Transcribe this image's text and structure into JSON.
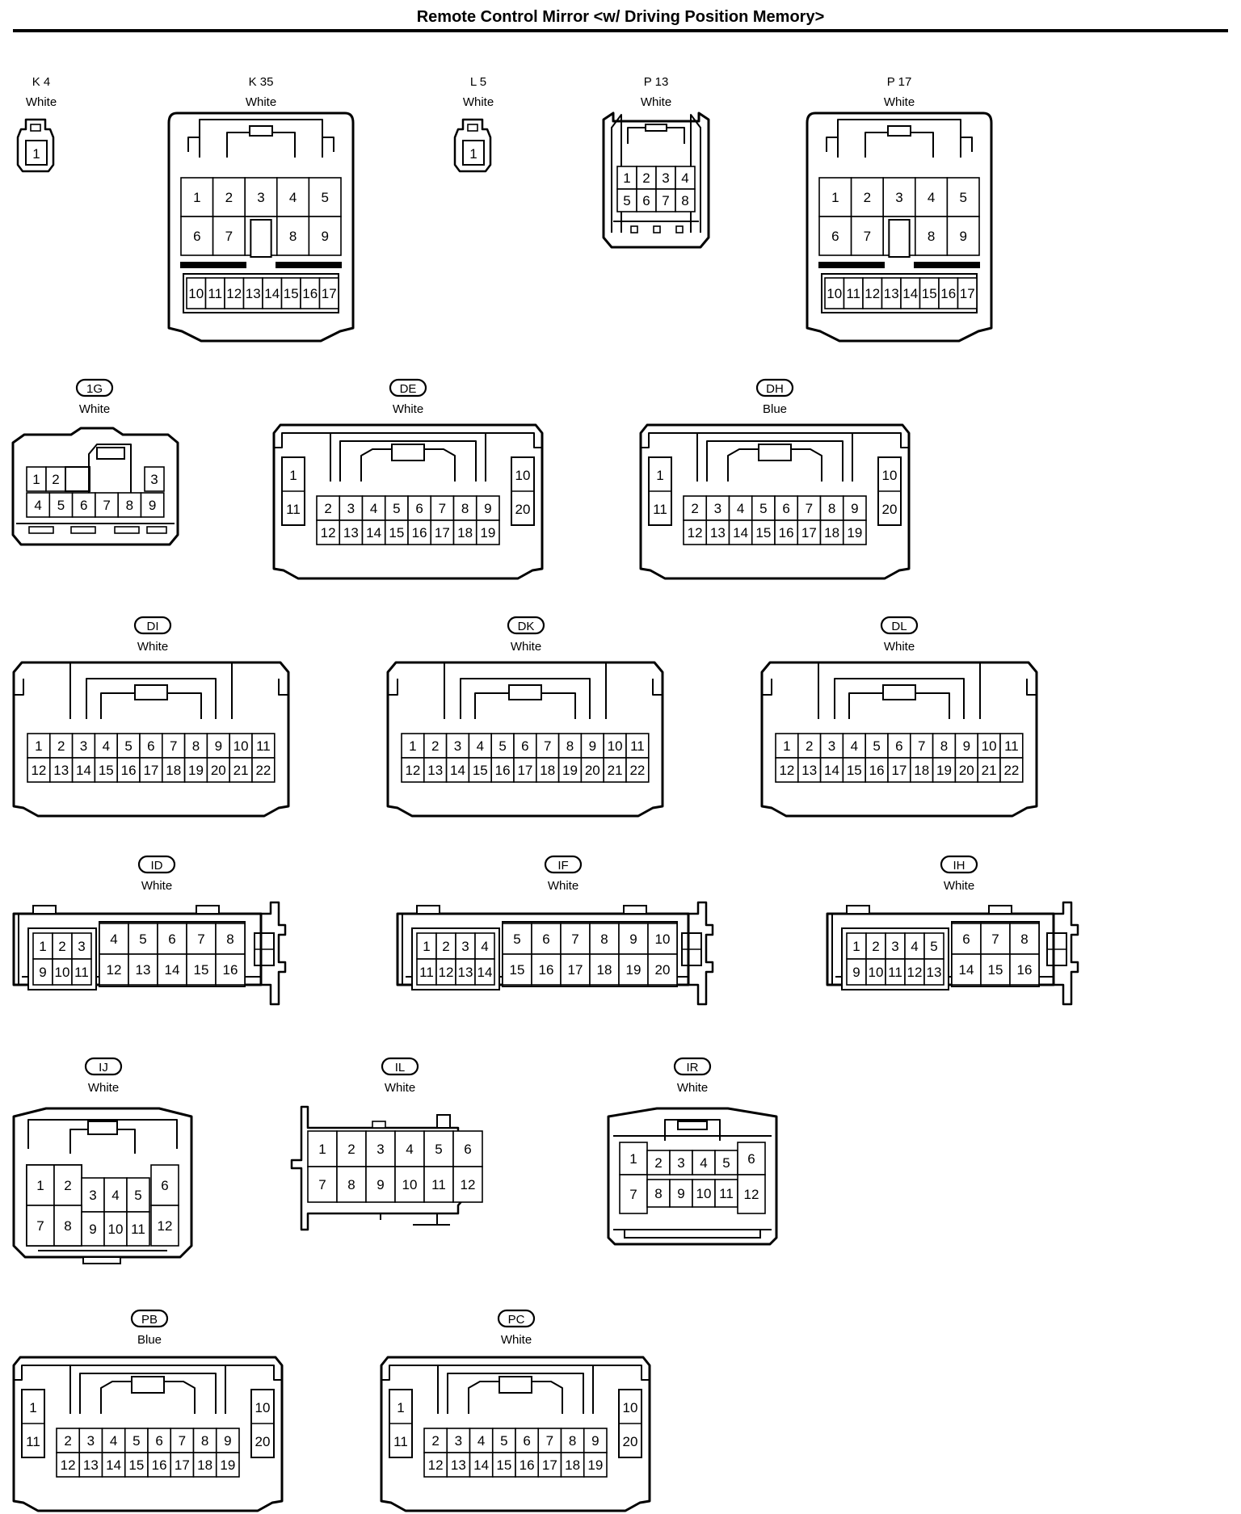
{
  "title": "Remote Control Mirror <w/ Driving Position Memory>",
  "connectors": [
    {
      "id": "K4",
      "label": "K 4",
      "circled": false,
      "color": "White",
      "shape": "single",
      "rows": [
        [
          "1"
        ]
      ]
    },
    {
      "id": "K35",
      "label": "K 35",
      "circled": false,
      "color": "White",
      "shape": "tall17",
      "rows": [
        [
          "1",
          "2",
          "3",
          "4",
          "5"
        ],
        [
          "6",
          "7",
          "",
          "8",
          "9"
        ],
        [
          "10",
          "11",
          "12",
          "13",
          "14",
          "15",
          "16",
          "17"
        ]
      ]
    },
    {
      "id": "L5",
      "label": "L 5",
      "circled": false,
      "color": "White",
      "shape": "single",
      "rows": [
        [
          "1"
        ]
      ]
    },
    {
      "id": "P13",
      "label": "P 13",
      "circled": false,
      "color": "White",
      "shape": "small8",
      "rows": [
        [
          "1",
          "2",
          "3",
          "4"
        ],
        [
          "5",
          "6",
          "7",
          "8"
        ]
      ]
    },
    {
      "id": "P17",
      "label": "P 17",
      "circled": false,
      "color": "White",
      "shape": "tall17",
      "rows": [
        [
          "1",
          "2",
          "3",
          "4",
          "5"
        ],
        [
          "6",
          "7",
          "",
          "8",
          "9"
        ],
        [
          "10",
          "11",
          "12",
          "13",
          "14",
          "15",
          "16",
          "17"
        ]
      ]
    },
    {
      "id": "1G",
      "label": "1G",
      "circled": true,
      "color": "White",
      "shape": "c9",
      "rows": [
        [
          "1",
          "2",
          "3"
        ],
        [
          "4",
          "5",
          "6",
          "7",
          "8",
          "9"
        ]
      ]
    },
    {
      "id": "DE",
      "label": "DE",
      "circled": true,
      "color": "White",
      "shape": "c20",
      "rows": [
        [
          "1",
          "11"
        ],
        [
          "2",
          "3",
          "4",
          "5",
          "6",
          "7",
          "8",
          "9"
        ],
        [
          "12",
          "13",
          "14",
          "15",
          "16",
          "17",
          "18",
          "19"
        ],
        [
          "10",
          "20"
        ]
      ]
    },
    {
      "id": "DH",
      "label": "DH",
      "circled": true,
      "color": "Blue",
      "shape": "c20",
      "rows": [
        [
          "1",
          "11"
        ],
        [
          "2",
          "3",
          "4",
          "5",
          "6",
          "7",
          "8",
          "9"
        ],
        [
          "12",
          "13",
          "14",
          "15",
          "16",
          "17",
          "18",
          "19"
        ],
        [
          "10",
          "20"
        ]
      ]
    },
    {
      "id": "DI",
      "label": "DI",
      "circled": true,
      "color": "White",
      "shape": "c22",
      "rows": [
        [
          "1",
          "2",
          "3",
          "4",
          "5",
          "6",
          "7",
          "8",
          "9",
          "10",
          "11"
        ],
        [
          "12",
          "13",
          "14",
          "15",
          "16",
          "17",
          "18",
          "19",
          "20",
          "21",
          "22"
        ]
      ]
    },
    {
      "id": "DK",
      "label": "DK",
      "circled": true,
      "color": "White",
      "shape": "c22",
      "rows": [
        [
          "1",
          "2",
          "3",
          "4",
          "5",
          "6",
          "7",
          "8",
          "9",
          "10",
          "11"
        ],
        [
          "12",
          "13",
          "14",
          "15",
          "16",
          "17",
          "18",
          "19",
          "20",
          "21",
          "22"
        ]
      ]
    },
    {
      "id": "DL",
      "label": "DL",
      "circled": true,
      "color": "White",
      "shape": "c22",
      "rows": [
        [
          "1",
          "2",
          "3",
          "4",
          "5",
          "6",
          "7",
          "8",
          "9",
          "10",
          "11"
        ],
        [
          "12",
          "13",
          "14",
          "15",
          "16",
          "17",
          "18",
          "19",
          "20",
          "21",
          "22"
        ]
      ]
    },
    {
      "id": "ID",
      "label": "ID",
      "circled": true,
      "color": "White",
      "shape": "side",
      "rows": [
        [
          "1",
          "2",
          "3"
        ],
        [
          "9",
          "10",
          "11"
        ],
        [
          "4",
          "5",
          "6",
          "7",
          "8"
        ],
        [
          "12",
          "13",
          "14",
          "15",
          "16"
        ]
      ]
    },
    {
      "id": "IF",
      "label": "IF",
      "circled": true,
      "color": "White",
      "shape": "side",
      "rows": [
        [
          "1",
          "2",
          "3",
          "4"
        ],
        [
          "11",
          "12",
          "13",
          "14"
        ],
        [
          "5",
          "6",
          "7",
          "8",
          "9",
          "10"
        ],
        [
          "15",
          "16",
          "17",
          "18",
          "19",
          "20"
        ]
      ]
    },
    {
      "id": "IH",
      "label": "IH",
      "circled": true,
      "color": "White",
      "shape": "side",
      "rows": [
        [
          "1",
          "2",
          "3",
          "4",
          "5"
        ],
        [
          "9",
          "10",
          "11",
          "12",
          "13"
        ],
        [
          "6",
          "7",
          "8"
        ],
        [
          "14",
          "15",
          "16"
        ]
      ]
    },
    {
      "id": "IJ",
      "label": "IJ",
      "circled": true,
      "color": "White",
      "shape": "ij",
      "rows": [
        [
          "1",
          "2",
          "3",
          "4",
          "5",
          "6"
        ],
        [
          "7",
          "8",
          "9",
          "10",
          "11",
          "12"
        ]
      ]
    },
    {
      "id": "IL",
      "label": "IL",
      "circled": true,
      "color": "White",
      "shape": "il",
      "rows": [
        [
          "1",
          "2",
          "3",
          "4",
          "5",
          "6"
        ],
        [
          "7",
          "8",
          "9",
          "10",
          "11",
          "12"
        ]
      ]
    },
    {
      "id": "IR",
      "label": "IR",
      "circled": true,
      "color": "White",
      "shape": "ir",
      "rows": [
        [
          "1",
          "2",
          "3",
          "4",
          "5",
          "6"
        ],
        [
          "7",
          "8",
          "9",
          "10",
          "11",
          "12"
        ]
      ]
    },
    {
      "id": "PB",
      "label": "PB",
      "circled": true,
      "color": "Blue",
      "shape": "c20",
      "rows": [
        [
          "1",
          "11"
        ],
        [
          "2",
          "3",
          "4",
          "5",
          "6",
          "7",
          "8",
          "9"
        ],
        [
          "12",
          "13",
          "14",
          "15",
          "16",
          "17",
          "18",
          "19"
        ],
        [
          "10",
          "20"
        ]
      ]
    },
    {
      "id": "PC",
      "label": "PC",
      "circled": true,
      "color": "White",
      "shape": "c20",
      "rows": [
        [
          "1",
          "11"
        ],
        [
          "2",
          "3",
          "4",
          "5",
          "6",
          "7",
          "8",
          "9"
        ],
        [
          "12",
          "13",
          "14",
          "15",
          "16",
          "17",
          "18",
          "19"
        ],
        [
          "10",
          "20"
        ]
      ]
    }
  ]
}
